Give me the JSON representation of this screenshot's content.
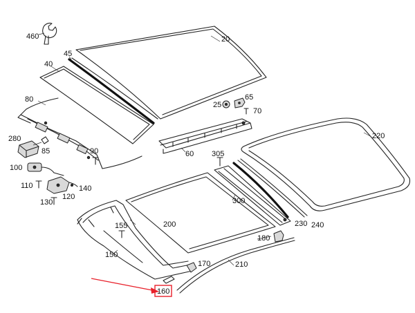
{
  "diagram": {
    "labels": {
      "p460": "460",
      "p45": "45",
      "p20": "20",
      "p40": "40",
      "p65": "65",
      "p25": "25",
      "p70": "70",
      "p80": "80",
      "p220": "220",
      "p280": "280",
      "p85": "85",
      "p90": "90",
      "p60": "60",
      "p305": "305",
      "p100": "100",
      "p110": "110",
      "p140": "140",
      "p120": "120",
      "p130": "130",
      "p300": "300",
      "p155": "155",
      "p200": "200",
      "p230": "230",
      "p240": "240",
      "p180": "180",
      "p150": "150",
      "p170": "170",
      "p210": "210",
      "p160": "160"
    },
    "highlight": {
      "color": "#e8202a"
    }
  }
}
